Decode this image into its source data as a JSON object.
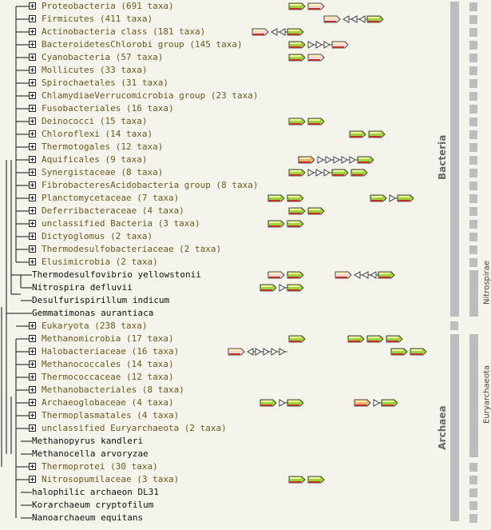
{
  "colors": {
    "background": "#f4f4ec",
    "group_text": "#6b5a1e",
    "leaf_text": "#111111",
    "gene_top": "#fff7b0",
    "gene_mid": "#9ed43a",
    "gene_bottom": "#c0302a",
    "gene_pale": "#f6d7d7",
    "gene_orange": "#f0b070",
    "bar_gray": "#bdbdbd"
  },
  "domains": [
    {
      "label": "Bacteria"
    },
    {
      "label": "Archaea"
    }
  ],
  "phyla": [
    {
      "label": "Nitrospirae"
    },
    {
      "label": "Euryarchaeota"
    }
  ],
  "rows": [
    {
      "label": "Proteobacteria (691 taxa)",
      "group": true,
      "genes": [
        {
          "shape": "box",
          "style": "normal"
        },
        {
          "shape": "box",
          "style": "pale"
        }
      ]
    },
    {
      "label": "Firmicutes (411 taxa)",
      "group": true,
      "genes": [
        {
          "shape": "box",
          "style": "pale"
        },
        {
          "shape": "tri",
          "dir": "left"
        },
        {
          "shape": "tri",
          "dir": "left"
        },
        {
          "shape": "tri",
          "dir": "left"
        },
        {
          "shape": "box",
          "style": "normal"
        }
      ]
    },
    {
      "label": "Actinobacteria class (181 taxa)",
      "group": true,
      "genes": [
        {
          "shape": "box",
          "style": "pale"
        },
        {
          "shape": "tri",
          "dir": "left"
        },
        {
          "shape": "tri",
          "dir": "left"
        },
        {
          "shape": "box",
          "style": "normal"
        }
      ]
    },
    {
      "label": "BacteroidetesChlorobi group (145 taxa)",
      "group": true,
      "genes": [
        {
          "shape": "box",
          "style": "normal"
        },
        {
          "shape": "tri",
          "dir": "right"
        },
        {
          "shape": "tri",
          "dir": "right"
        },
        {
          "shape": "tri",
          "dir": "right"
        },
        {
          "shape": "box",
          "style": "pale"
        }
      ]
    },
    {
      "label": "Cyanobacteria (57 taxa)",
      "group": true,
      "genes": [
        {
          "shape": "box",
          "style": "normal"
        },
        {
          "shape": "box",
          "style": "pale"
        }
      ]
    },
    {
      "label": "Mollicutes (33 taxa)",
      "group": true,
      "genes": []
    },
    {
      "label": "Spirochaetales (31 taxa)",
      "group": true,
      "genes": []
    },
    {
      "label": "ChlamydiaeVerrucomicrobia group (23 taxa)",
      "group": true,
      "genes": []
    },
    {
      "label": "Fusobacteriales (16 taxa)",
      "group": true,
      "genes": []
    },
    {
      "label": "Deinococci (15 taxa)",
      "group": true,
      "genes": [
        {
          "shape": "box",
          "style": "normal"
        },
        {
          "shape": "box",
          "style": "normal"
        }
      ]
    },
    {
      "label": "Chloroflexi (14 taxa)",
      "group": true,
      "genes": [
        {
          "shape": "box",
          "style": "normal"
        },
        {
          "shape": "box",
          "style": "normal"
        }
      ]
    },
    {
      "label": "Thermotogales (12 taxa)",
      "group": true,
      "genes": []
    },
    {
      "label": "Aquificales (9 taxa)",
      "group": true,
      "genes": [
        {
          "shape": "box",
          "style": "orange"
        },
        {
          "shape": "tri",
          "dir": "right"
        },
        {
          "shape": "tri",
          "dir": "right"
        },
        {
          "shape": "tri",
          "dir": "right"
        },
        {
          "shape": "tri",
          "dir": "right"
        },
        {
          "shape": "tri",
          "dir": "right"
        },
        {
          "shape": "box",
          "style": "normal"
        }
      ]
    },
    {
      "label": "Synergistaceae (8 taxa)",
      "group": true,
      "genes": [
        {
          "shape": "box",
          "style": "normal"
        },
        {
          "shape": "tri",
          "dir": "right"
        },
        {
          "shape": "tri",
          "dir": "right"
        },
        {
          "shape": "tri",
          "dir": "right"
        },
        {
          "shape": "box",
          "style": "normal"
        },
        {
          "shape": "box",
          "style": "normal"
        }
      ]
    },
    {
      "label": "FibrobacteresAcidobacteria group (8 taxa)",
      "group": true,
      "genes": []
    },
    {
      "label": "Planctomycetaceae (7 taxa)",
      "group": true,
      "genes": [
        {
          "shape": "box",
          "style": "normal"
        },
        {
          "shape": "box",
          "style": "normal"
        },
        {
          "shape": "box",
          "style": "normal"
        },
        {
          "shape": "tri",
          "dir": "right"
        },
        {
          "shape": "box",
          "style": "normal"
        }
      ]
    },
    {
      "label": "Deferribacteraceae (4 taxa)",
      "group": true,
      "genes": [
        {
          "shape": "box",
          "style": "normal"
        },
        {
          "shape": "box",
          "style": "normal"
        }
      ]
    },
    {
      "label": "unclassified Bacteria (3 taxa)",
      "group": true,
      "genes": [
        {
          "shape": "box",
          "style": "normal"
        },
        {
          "shape": "box",
          "style": "normal"
        }
      ]
    },
    {
      "label": "Dictyoglomus (2 taxa)",
      "group": true,
      "genes": []
    },
    {
      "label": "Thermodesulfobacteriaceae (2 taxa)",
      "group": true,
      "genes": []
    },
    {
      "label": "Elusimicrobia (2 taxa)",
      "group": true,
      "genes": []
    },
    {
      "label": "Thermodesulfovibrio yellowstonii",
      "group": false,
      "genes": [
        {
          "shape": "box",
          "style": "pale"
        },
        {
          "shape": "box",
          "style": "normal"
        },
        {
          "shape": "box",
          "style": "pale"
        },
        {
          "shape": "tri",
          "dir": "left"
        },
        {
          "shape": "tri",
          "dir": "left"
        },
        {
          "shape": "tri",
          "dir": "left"
        },
        {
          "shape": "box",
          "style": "normal"
        }
      ]
    },
    {
      "label": "Nitrospira defluvii",
      "group": false,
      "genes": [
        {
          "shape": "box",
          "style": "normal"
        },
        {
          "shape": "tri",
          "dir": "right"
        },
        {
          "shape": "box",
          "style": "normal"
        }
      ]
    },
    {
      "label": "Desulfurispirillum indicum",
      "group": false,
      "genes": []
    },
    {
      "label": "Gemmatimonas aurantiaca",
      "group": false,
      "genes": []
    },
    {
      "label": "Eukaryota (238 taxa)",
      "group": true,
      "genes": []
    },
    {
      "label": "Methanomicrobia (17 taxa)",
      "group": true,
      "genes": [
        {
          "shape": "box",
          "style": "normal"
        },
        {
          "shape": "box",
          "style": "normal"
        },
        {
          "shape": "box",
          "style": "normal"
        },
        {
          "shape": "box",
          "style": "normal"
        }
      ]
    },
    {
      "label": "Halobacteriaceae (16 taxa)",
      "group": true,
      "genes": [
        {
          "shape": "box",
          "style": "pale"
        },
        {
          "shape": "tri",
          "dir": "left"
        },
        {
          "shape": "tri",
          "dir": "right"
        },
        {
          "shape": "tri",
          "dir": "right"
        },
        {
          "shape": "tri",
          "dir": "right"
        },
        {
          "shape": "tri",
          "dir": "right"
        },
        {
          "shape": "box",
          "style": "normal"
        },
        {
          "shape": "box",
          "style": "normal"
        }
      ]
    },
    {
      "label": "Methanococcales (14 taxa)",
      "group": true,
      "genes": []
    },
    {
      "label": "Thermococcaceae (12 taxa)",
      "group": true,
      "genes": []
    },
    {
      "label": "Methanobacteriales (8 taxa)",
      "group": true,
      "genes": []
    },
    {
      "label": "Archaeoglobaceae (4 taxa)",
      "group": true,
      "genes": [
        {
          "shape": "box",
          "style": "normal"
        },
        {
          "shape": "tri",
          "dir": "right"
        },
        {
          "shape": "box",
          "style": "normal"
        },
        {
          "shape": "box",
          "style": "orange"
        },
        {
          "shape": "tri",
          "dir": "right"
        },
        {
          "shape": "box",
          "style": "normal"
        }
      ]
    },
    {
      "label": "Thermoplasmatales (4 taxa)",
      "group": true,
      "genes": []
    },
    {
      "label": "unclassified Euryarchaeota (2 taxa)",
      "group": true,
      "genes": []
    },
    {
      "label": "Methanopyrus kandleri",
      "group": false,
      "genes": []
    },
    {
      "label": "Methanocella arvoryzae",
      "group": false,
      "genes": []
    },
    {
      "label": "Thermoprotei (30 taxa)",
      "group": true,
      "genes": []
    },
    {
      "label": "Nitrosopumilaceae (3 taxa)",
      "group": true,
      "genes": [
        {
          "shape": "box",
          "style": "normal"
        },
        {
          "shape": "box",
          "style": "normal"
        }
      ]
    },
    {
      "label": "halophilic archaeon DL31",
      "group": false,
      "genes": []
    },
    {
      "label": "Korarchaeum cryptofilum",
      "group": false,
      "genes": []
    },
    {
      "label": "Nanoarchaeum equitans",
      "group": false,
      "genes": []
    }
  ]
}
